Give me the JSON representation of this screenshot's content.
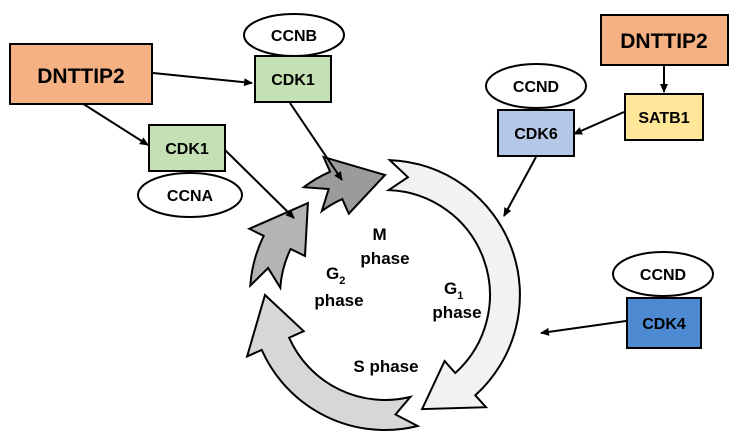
{
  "nodes": {
    "dnttip2_left": {
      "label": "DNTTIP2",
      "color": "#f5b183"
    },
    "dnttip2_right": {
      "label": "DNTTIP2",
      "color": "#f5b183"
    },
    "cdk1_top": {
      "label": "CDK1",
      "color": "#c5e0b4"
    },
    "cdk1_left": {
      "label": "CDK1",
      "color": "#c5e0b4"
    },
    "cdk6": {
      "label": "CDK6",
      "color": "#b4c7e7"
    },
    "satb1": {
      "label": "SATB1",
      "color": "#ffe699"
    },
    "cdk4": {
      "label": "CDK4",
      "color": "#4e8ad1"
    }
  },
  "cyclins": {
    "ccnb": "CCNB",
    "ccna": "CCNA",
    "ccnd_top": "CCND",
    "ccnd_bottom": "CCND"
  },
  "cycle": {
    "m_phase": {
      "line1": "M",
      "line2": "phase"
    },
    "g2_phase": {
      "main": "G",
      "sub": "2",
      "line2": "phase"
    },
    "g1_phase": {
      "main": "G",
      "sub": "1",
      "line2": "phase"
    },
    "s_phase": "S phase",
    "colors": {
      "m": "#9b9b9b",
      "g2": "#b4b4b4",
      "s": "#d7d7d7",
      "g1": "#f2f2f2"
    }
  }
}
